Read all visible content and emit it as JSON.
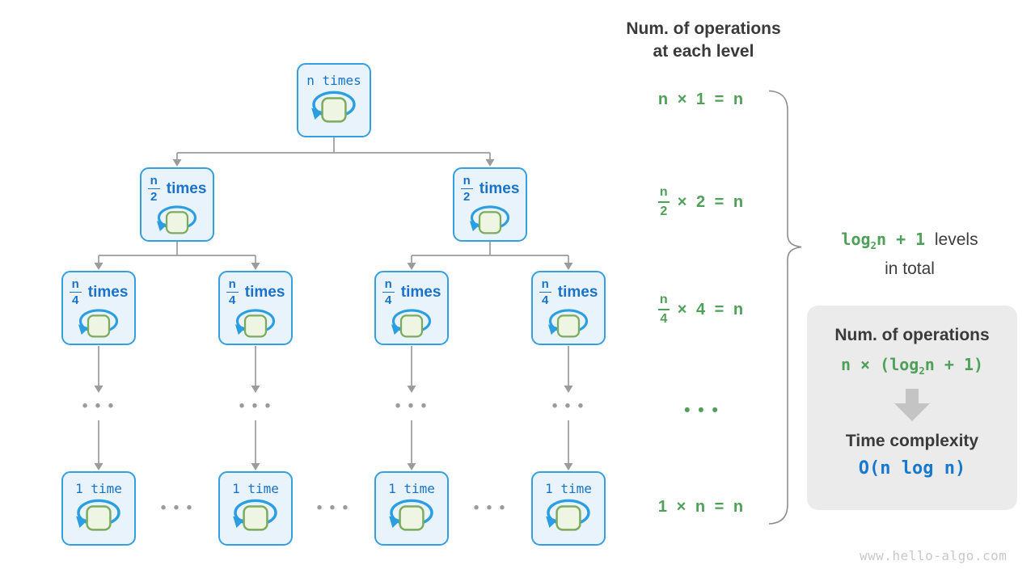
{
  "header": {
    "line1": "Num. of operations",
    "line2": "at each level"
  },
  "tree": {
    "root_label": "n times",
    "l2_num": "n",
    "l2_den": "2",
    "l2_suffix": "times",
    "l3_num": "n",
    "l3_den": "4",
    "l3_suffix": "times",
    "bottom_label": "1 time",
    "col_dots": "• • •",
    "row_dots": "• • •"
  },
  "ops": {
    "rows": [
      {
        "text": "n × 1 = n"
      },
      {
        "num": "n",
        "den": "2",
        "rest": "× 2 = n"
      },
      {
        "num": "n",
        "den": "4",
        "rest": "× 4 = n"
      },
      {
        "text": "• • •"
      },
      {
        "text": "1 × n = n"
      }
    ]
  },
  "levels": {
    "green_a": "log",
    "green_sub": "2",
    "green_b": "n + 1",
    "dark_a": "  levels",
    "dark_b": "in total"
  },
  "summary": {
    "title": "Num. of operations",
    "formula_a": "n × (",
    "formula_b": "log",
    "formula_sub": "2",
    "formula_c": "n + 1)",
    "arrow_icon": "down-block-arrow",
    "title2": "Time complexity",
    "big_o": "O(n log n)"
  },
  "footer": "www.hello-algo.com",
  "colors": {
    "node_border": "#35a0df",
    "node_fill": "#e9f3fb",
    "node_text": "#1773c8",
    "loop_blue": "#2b9ee2",
    "square_fill": "#eef5e3",
    "square_border": "#7cab5e",
    "green": "#4fa058",
    "dark_text": "#3a3a3a",
    "complexity_blue": "#1779cd",
    "line_gray": "#9b9b9b",
    "summary_bg": "#ebebeb",
    "footer_gray": "#c9c9c9"
  }
}
